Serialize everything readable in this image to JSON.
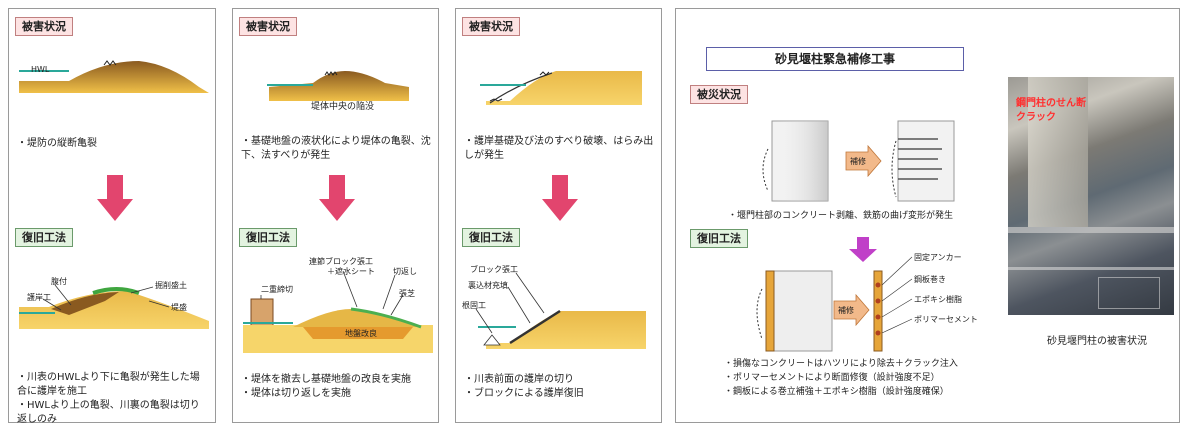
{
  "panels": [
    {
      "damage_tag": "被害状況",
      "damage_label_hwl": "HWL",
      "damage_text": "・堤防の縦断亀裂",
      "restore_tag": "復旧工法",
      "restore_labels": [
        "腹付",
        "護岸工",
        "掘削盛土",
        "堤盛"
      ],
      "restore_text": "・川表のHWLより下に亀裂が発生した場合に護岸を施工\n・HWLより上の亀裂、川裏の亀裂は切り返しのみ"
    },
    {
      "damage_tag": "被害状況",
      "damage_caption": "堤体中央の陥没",
      "damage_text": "・基礎地盤の液状化により堤体の亀裂、沈下、法すべりが発生",
      "restore_tag": "復旧工法",
      "restore_labels": [
        "連節ブロック張工",
        "＋遮水シート",
        "二重締切",
        "切返し",
        "張芝",
        "地盤改良"
      ],
      "restore_text": "・堤体を撤去し基礎地盤の改良を実施\n・堤体は切り返しを実施"
    },
    {
      "damage_tag": "被害状況",
      "damage_text": "・護岸基礎及び法のすべり破壊、はらみ出しが発生",
      "restore_tag": "復旧工法",
      "restore_labels": [
        "ブロック張工",
        "裏込材充填",
        "根固工"
      ],
      "restore_text": "・川表前面の護岸の切り\n・ブロックによる護岸復旧"
    }
  ],
  "right_panel": {
    "title": "砂見堰柱緊急補修工事",
    "damage_tag": "被災状況",
    "arrow_label_top": "補修",
    "damage_text": "・堰門柱部のコンクリート剥離、鉄筋の曲げ変形が発生",
    "restore_tag": "復旧工法",
    "arrow_label_bottom": "補修",
    "restore_labels": [
      "固定アンカー",
      "鋼板巻き",
      "エポキシ樹脂",
      "ポリマーセメント"
    ],
    "restore_text": "・損傷なコンクリートはハツリにより除去＋クラック注入\n・ポリマーセメントにより断面修復（設計強度不足）\n・鋼板による巻立補強＋エポキシ樹脂（設計強度確保）",
    "photo_overlay": "鋼門柱のせん断\nクラック",
    "photo_caption": "砂見堰門柱の被害状況"
  },
  "colors": {
    "arrow": "#e2456e",
    "soil": "#d9a93a",
    "soil_dark": "#8a5a20",
    "water": "#2aa89a",
    "green": "#4caf50"
  }
}
